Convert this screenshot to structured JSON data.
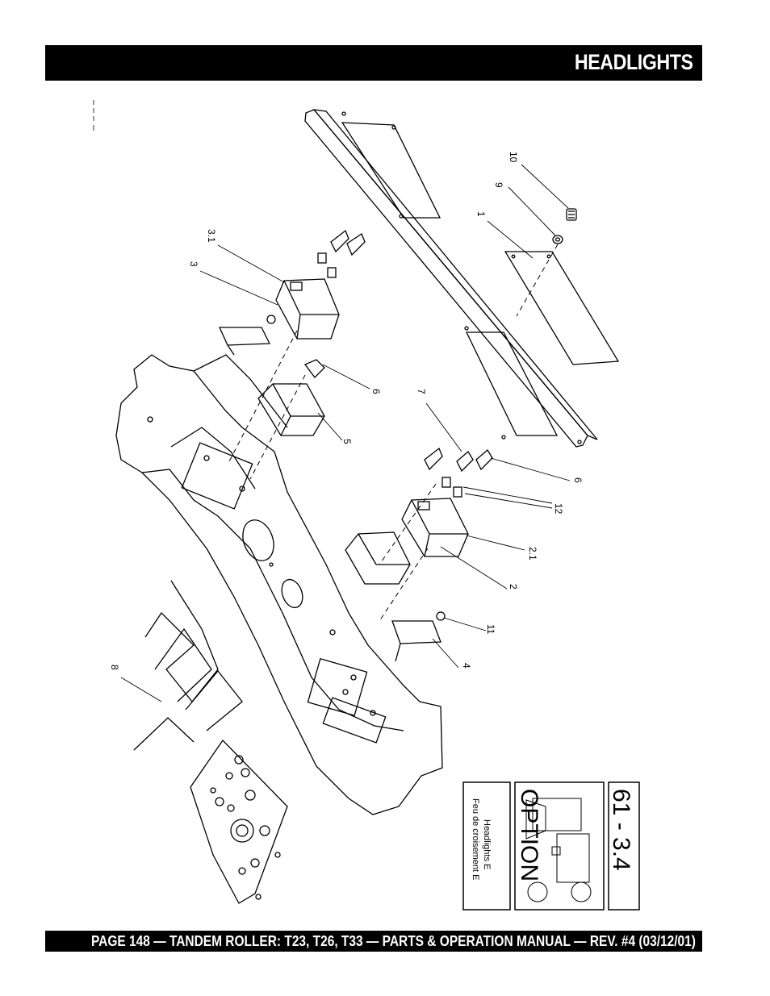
{
  "header": {
    "title": "HEADLIGHTS"
  },
  "footer": {
    "text": "PAGE 148 — TANDEM ROLLER: T23, T26, T33 — PARTS & OPERATION MANUAL — REV. #4 (03/12/01)"
  },
  "callouts": [
    "10",
    "9",
    "1",
    "3.1",
    "3",
    "6",
    "5",
    "7",
    "6",
    "12",
    "2.1",
    "2",
    "11",
    "4",
    "8"
  ],
  "info_box": {
    "section_number": "61 - 3.4",
    "option_label": "OPTION",
    "title_en": "Headlights E",
    "title_fr": "Feu de croisement E"
  },
  "colors": {
    "bar": "#000000",
    "bar_text": "#ffffff",
    "line": "#000000"
  }
}
